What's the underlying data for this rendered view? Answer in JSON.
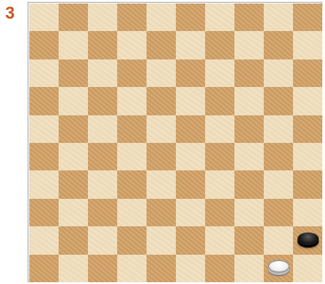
{
  "diagram": {
    "number": "3",
    "number_color": "#c8541e"
  },
  "board": {
    "size": 10,
    "light_color": "#f1dfbd",
    "dark_color": "#d2a36a",
    "pieces": [
      {
        "color": "black",
        "row": 9,
        "col": 10
      },
      {
        "color": "white",
        "row": 10,
        "col": 9
      }
    ]
  }
}
